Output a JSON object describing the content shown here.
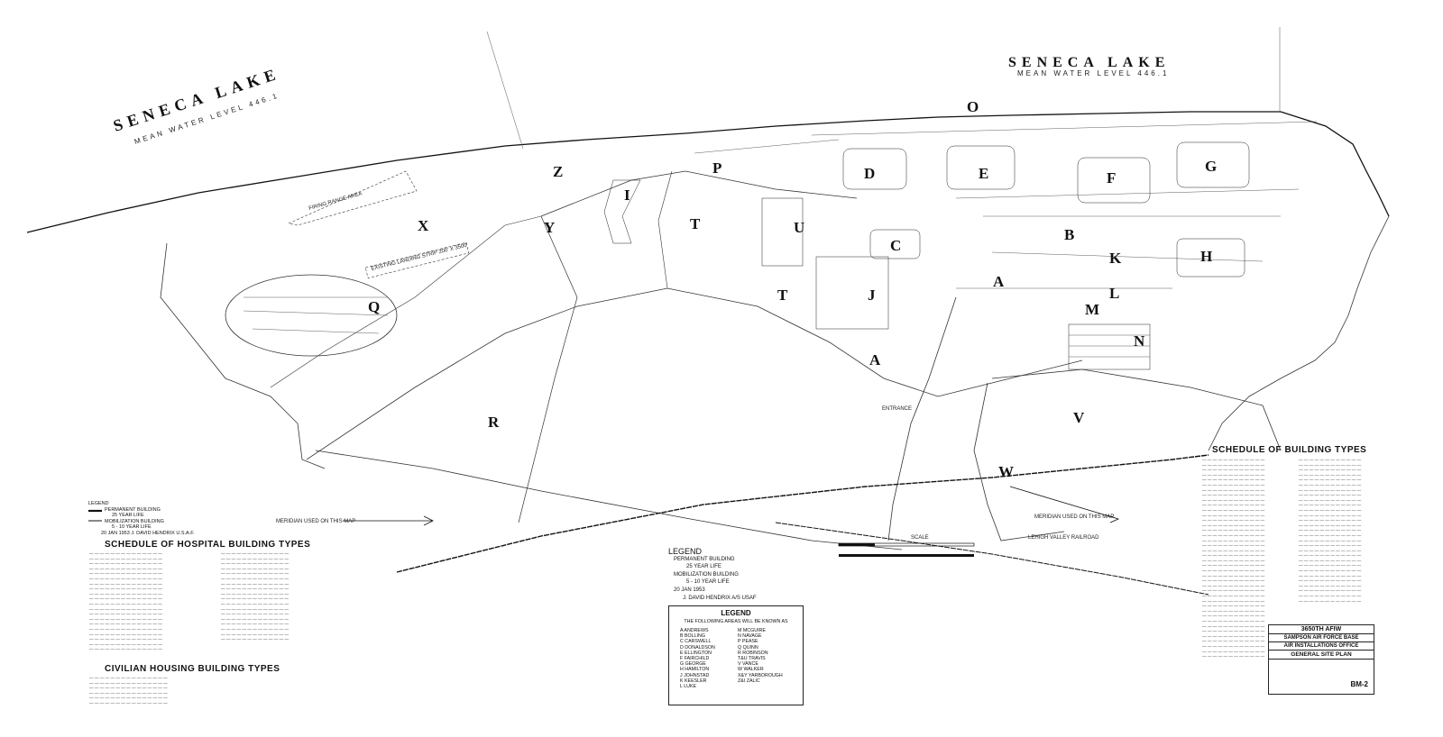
{
  "lake_left": {
    "name": "SENECA LAKE",
    "level": "MEAN WATER LEVEL 446.1"
  },
  "lake_right": {
    "name": "SENECA LAKE",
    "level": "MEAN WATER LEVEL 446.1"
  },
  "areas": [
    "O",
    "P",
    "Z",
    "D",
    "E",
    "F",
    "G",
    "X",
    "Y",
    "I",
    "T",
    "U",
    "C",
    "B",
    "K",
    "H",
    "Q",
    "T",
    "J",
    "A",
    "L",
    "M",
    "N",
    "A",
    "R",
    "V",
    "W"
  ],
  "map_labels": {
    "entrance": "ENTRANCE",
    "firing_range": "FIRING RANGE AREA",
    "landing_strip": "EXISTING LANDING STRIP 200' X 3500'",
    "scale": "SCALE",
    "meridian_left": "MERIDIAN USED ON THIS MAP",
    "meridian_right": "MERIDIAN USED ON THIS MAP",
    "railroad": "LEHIGH VALLEY RAILROAD"
  },
  "legend_left": {
    "title": "LEGEND",
    "permanent": "PERMANENT BUILDING",
    "life25": "25 YEAR LIFE",
    "mobilization": "MOBILIZATION BUILDING",
    "life510": "5 - 10 YEAR LIFE",
    "signed": "20 JAN 1953    J. DAVID HENDRIX U.S.A.F."
  },
  "hospital_title": "SCHEDULE OF HOSPITAL BUILDING TYPES",
  "civilian_title": "CIVILIAN HOUSING BUILDING TYPES",
  "legend_center": {
    "title": "LEGEND",
    "lines": [
      "PERMANENT BUILDING",
      "25 YEAR LIFE",
      "MOBILIZATION BUILDING",
      "5 - 10 YEAR LIFE",
      "20 JAN 1953",
      "J. DAVID HENDRIX A/S USAF"
    ]
  },
  "legend_box": {
    "title": "LEGEND",
    "subtitle": "THE FOLLOWING AREAS WILL BE KNOWN AS",
    "left": [
      "A ANDREWS",
      "B BOLLING",
      "C CARSWELL",
      "D DONALDSON",
      "E ELLINGTON",
      "F FAIRCHILD",
      "G GEORGE",
      "H HAMILTON",
      "J JOHNSTAD",
      "K KEESLER",
      "L LUKE"
    ],
    "right": [
      "M MCGUIRE",
      "N NAVAGE",
      "P PEASE",
      "Q QUINN",
      "R ROBINSON",
      "T&U TRAVIS",
      "V VANCE",
      "W WALKER",
      "X&Y YARBOROUGH",
      "Z&I ZALIC"
    ]
  },
  "building_types_title": "SCHEDULE OF BUILDING TYPES",
  "title_block": {
    "unit": "3650TH AFIW",
    "base": "SAMPSON AIR FORCE BASE",
    "office": "AIR INSTALLATIONS OFFICE",
    "plan": "GENERAL SITE PLAN",
    "sheet": "BM-2"
  },
  "colors": {
    "ink": "#111111",
    "paper": "#ffffff"
  }
}
